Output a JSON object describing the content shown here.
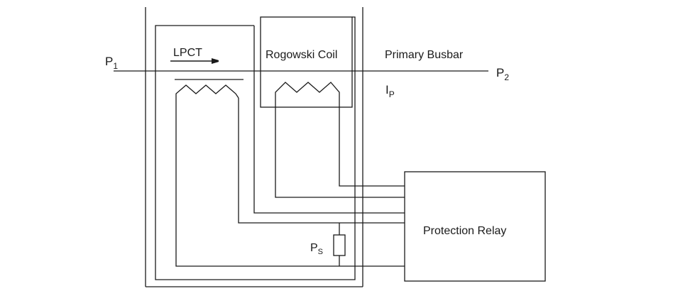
{
  "labels": {
    "p1": {
      "main": "P",
      "sub": "1"
    },
    "p2": {
      "main": "P",
      "sub": "2"
    },
    "lpct": "LPCT",
    "rogowski": "Rogowski Coil",
    "busbar": "Primary Busbar",
    "ip": {
      "main": "I",
      "sub": "P"
    },
    "relay": "Protection Relay",
    "ps": {
      "main": "P",
      "sub": "S"
    }
  },
  "colors": {
    "stroke": "#1a1a1a",
    "background": "#ffffff"
  }
}
